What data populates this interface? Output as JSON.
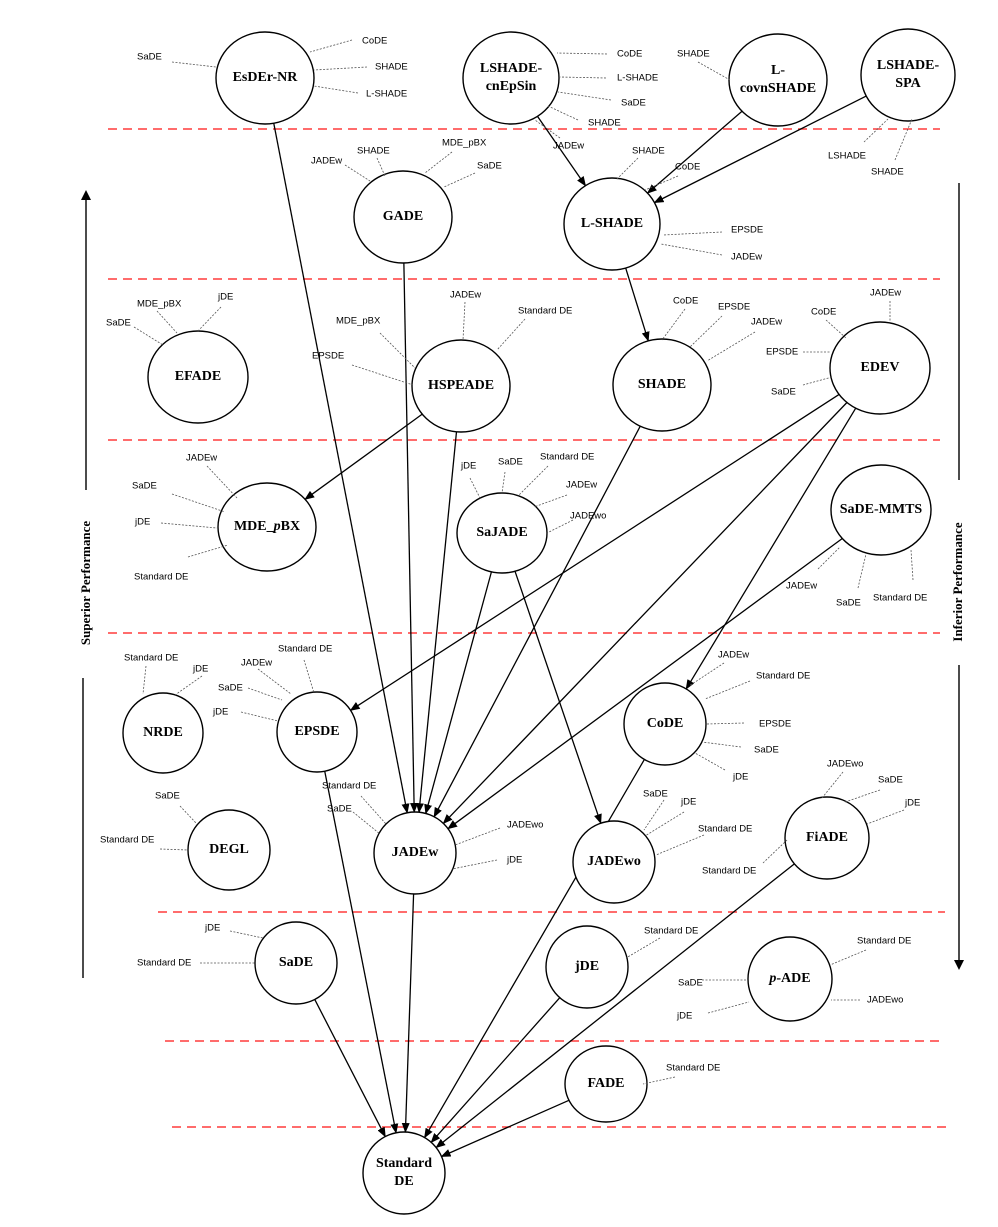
{
  "axis": {
    "left_label": "Superior Performance",
    "right_label": "Inferior Performance"
  },
  "nodes": [
    {
      "id": "esder",
      "lines": [
        "EsDEr-NR"
      ],
      "labels": [
        "SaDE",
        "CoDE",
        "SHADE",
        "L-SHADE"
      ]
    },
    {
      "id": "lshadecn",
      "lines": [
        "LSHADE-",
        "cnEpSin"
      ],
      "labels": [
        "CoDE",
        "L-SHADE",
        "SaDE",
        "SHADE",
        "JADEw"
      ]
    },
    {
      "id": "lcovn",
      "lines": [
        "L-",
        "covnSHADE"
      ],
      "labels": [
        "SHADE"
      ]
    },
    {
      "id": "lshadespa",
      "lines": [
        "LSHADE-",
        "SPA"
      ],
      "labels": [
        "LSHADE",
        "SHADE"
      ]
    },
    {
      "id": "gade",
      "lines": [
        "GADE"
      ],
      "labels": [
        "JADEw",
        "SHADE",
        "MDE_pBX",
        "SaDE"
      ]
    },
    {
      "id": "lshade",
      "lines": [
        "L-SHADE"
      ],
      "labels": [
        "SHADE",
        "CoDE",
        "EPSDE",
        "JADEw"
      ]
    },
    {
      "id": "efade",
      "lines": [
        "EFADE"
      ],
      "labels": [
        "MDE_pBX",
        "jDE",
        "SaDE"
      ]
    },
    {
      "id": "hspeade",
      "lines": [
        "HSPEADE"
      ],
      "labels": [
        "JADEw",
        "Standard DE",
        "MDE_pBX",
        "EPSDE"
      ]
    },
    {
      "id": "shade",
      "lines": [
        "SHADE"
      ],
      "labels": [
        "CoDE",
        "EPSDE",
        "JADEw"
      ]
    },
    {
      "id": "edev",
      "lines": [
        "EDEV"
      ],
      "labels": [
        "JADEw",
        "CoDE",
        "EPSDE",
        "SaDE"
      ]
    },
    {
      "id": "mdepbx",
      "lines": [
        "MDE_pBX"
      ],
      "labels": [
        "JADEw",
        "SaDE",
        "jDE",
        "Standard DE"
      ]
    },
    {
      "id": "sajade",
      "lines": [
        "SaJADE"
      ],
      "labels": [
        "jDE",
        "SaDE",
        "Standard DE",
        "JADEw",
        "JADEwo"
      ]
    },
    {
      "id": "sademmts",
      "lines": [
        "SaDE-MMTS"
      ],
      "labels": [
        "JADEw",
        "SaDE",
        "Standard DE"
      ]
    },
    {
      "id": "nrde",
      "lines": [
        "NRDE"
      ],
      "labels": [
        "Standard DE",
        "jDE"
      ]
    },
    {
      "id": "epsde",
      "lines": [
        "EPSDE"
      ],
      "labels": [
        "Standard DE",
        "JADEw",
        "SaDE",
        "jDE"
      ]
    },
    {
      "id": "code",
      "lines": [
        "CoDE"
      ],
      "labels": [
        "JADEw",
        "Standard DE",
        "EPSDE",
        "SaDE",
        "jDE"
      ]
    },
    {
      "id": "degl",
      "lines": [
        "DEGL"
      ],
      "labels": [
        "SaDE",
        "Standard DE"
      ]
    },
    {
      "id": "jadew",
      "lines": [
        "JADEw"
      ],
      "labels": [
        "Standard DE",
        "SaDE",
        "JADEwo",
        "jDE"
      ]
    },
    {
      "id": "jadewo",
      "lines": [
        "JADEwo"
      ],
      "labels": [
        "SaDE",
        "jDE",
        "Standard DE"
      ]
    },
    {
      "id": "fiade",
      "lines": [
        "FiADE"
      ],
      "labels": [
        "JADEwo",
        "SaDE",
        "jDE",
        "Standard DE"
      ]
    },
    {
      "id": "sade",
      "lines": [
        "SaDE"
      ],
      "labels": [
        "jDE",
        "Standard DE"
      ]
    },
    {
      "id": "jde",
      "lines": [
        "jDE"
      ],
      "labels": [
        "Standard DE"
      ]
    },
    {
      "id": "pade",
      "lines": [
        "p-ADE"
      ],
      "labels": [
        "Standard DE",
        "SaDE",
        "JADEwo",
        "jDE"
      ]
    },
    {
      "id": "fade",
      "lines": [
        "FADE"
      ],
      "labels": [
        "Standard DE"
      ]
    },
    {
      "id": "stdde",
      "lines": [
        "Standard",
        "DE"
      ],
      "labels": []
    }
  ],
  "edges": [
    [
      "esder",
      "jadew"
    ],
    [
      "lshadecn",
      "lshade"
    ],
    [
      "lcovn",
      "lshade"
    ],
    [
      "lshadespa",
      "lshade"
    ],
    [
      "gade",
      "jadew"
    ],
    [
      "lshade",
      "shade"
    ],
    [
      "hspeade",
      "mdepbx"
    ],
    [
      "hspeade",
      "jadew"
    ],
    [
      "shade",
      "jadew"
    ],
    [
      "edev",
      "epsde"
    ],
    [
      "edev",
      "jadew"
    ],
    [
      "edev",
      "code"
    ],
    [
      "sajade",
      "jadew"
    ],
    [
      "sajade",
      "jadewo"
    ],
    [
      "sademmts",
      "jadew"
    ],
    [
      "epsde",
      "stdde"
    ],
    [
      "code",
      "stdde"
    ],
    [
      "jadew",
      "stdde"
    ],
    [
      "sade",
      "stdde"
    ],
    [
      "jde",
      "stdde"
    ],
    [
      "fiade",
      "stdde"
    ],
    [
      "fade",
      "stdde"
    ]
  ]
}
